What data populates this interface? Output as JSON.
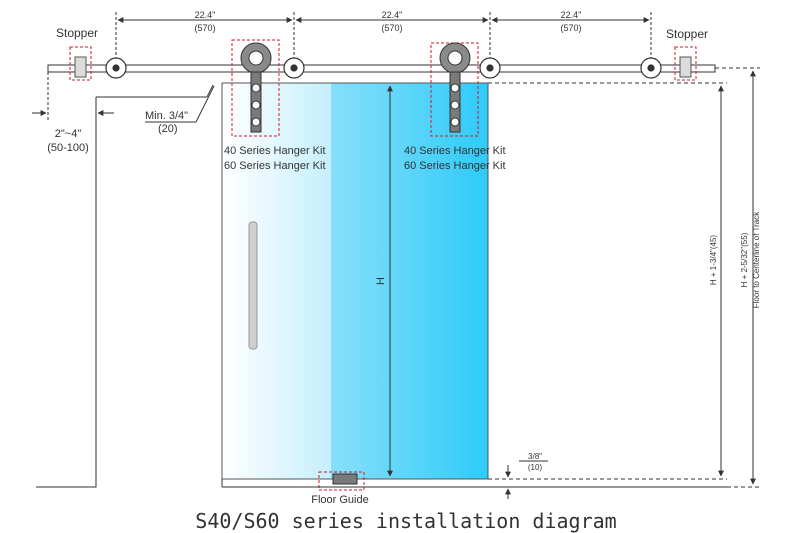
{
  "diagram": {
    "title": "S40/S60 series installation diagram",
    "stopper_left": "Stopper",
    "stopper_right": "Stopper",
    "spacing_1_in": "22.4\"",
    "spacing_1_mm": "(570)",
    "spacing_2_in": "22.4\"",
    "spacing_2_mm": "(570)",
    "spacing_3_in": "22.4\"",
    "spacing_3_mm": "(570)",
    "min_clearance_in": "Min. 3/4\"",
    "min_clearance_mm": "(20)",
    "wall_gap_in": "2\"~4\"",
    "wall_gap_mm": "(50-100)",
    "hanger_left_line1": "40 Series Hanger Kit",
    "hanger_left_line2": "60 Series Hanger Kit",
    "hanger_right_line1": "40 Series Hanger Kit",
    "hanger_right_line2": "60 Series Hanger Kit",
    "door_height": "H",
    "dim_h_plus": "H + 1-3/4\"(45)",
    "dim_floor_track": "H + 2-5/32\"(55)",
    "dim_floor_track_sub": "Floor to Centerline of Track",
    "floor_gap_in": "3/8\"",
    "floor_gap_mm": "(10)",
    "floor_guide": "Floor Guide"
  },
  "colors": {
    "glass_light": "#e6f7fd",
    "glass_dark": "#2ecbf8",
    "line": "#333333",
    "highlight": "#d11a2a",
    "hardware": "#6e6e6e"
  },
  "icons": [
    "stopper-icon",
    "roller-wheel-icon",
    "hanger-wheel-icon",
    "handle-icon",
    "floor-guide-icon"
  ]
}
